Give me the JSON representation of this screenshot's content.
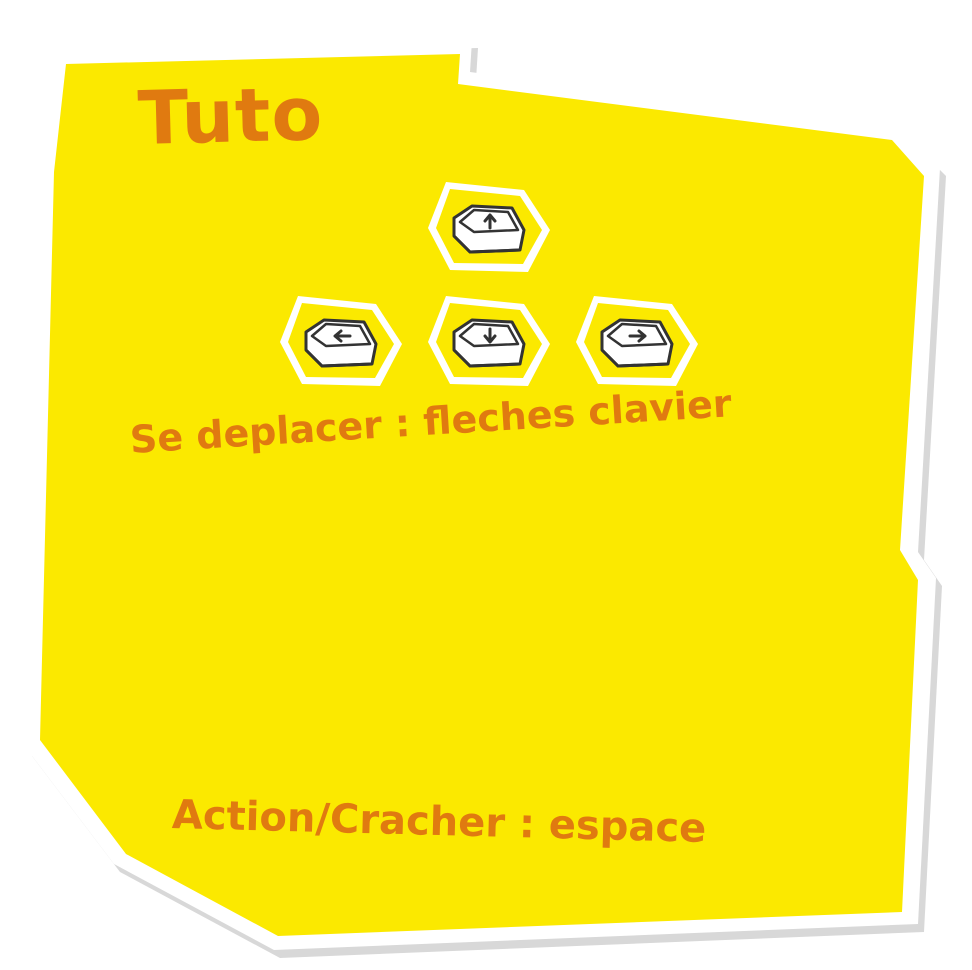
{
  "tutorial": {
    "title": "Tuto",
    "keys": [
      {
        "name": "up",
        "icon": "arrow-up-key-icon"
      },
      {
        "name": "left",
        "icon": "arrow-left-key-icon"
      },
      {
        "name": "down",
        "icon": "arrow-down-key-icon"
      },
      {
        "name": "right",
        "icon": "arrow-right-key-icon"
      }
    ],
    "move_instruction": "Se deplacer : fleches clavier",
    "action_instruction": "Action/Cracher : espace"
  },
  "colors": {
    "panel": "#fbe900",
    "text": "#e07a10",
    "outline": "#ffffff",
    "shadow": "#d9d9d9",
    "key_face": "#ffffff",
    "key_stroke": "#333333"
  }
}
